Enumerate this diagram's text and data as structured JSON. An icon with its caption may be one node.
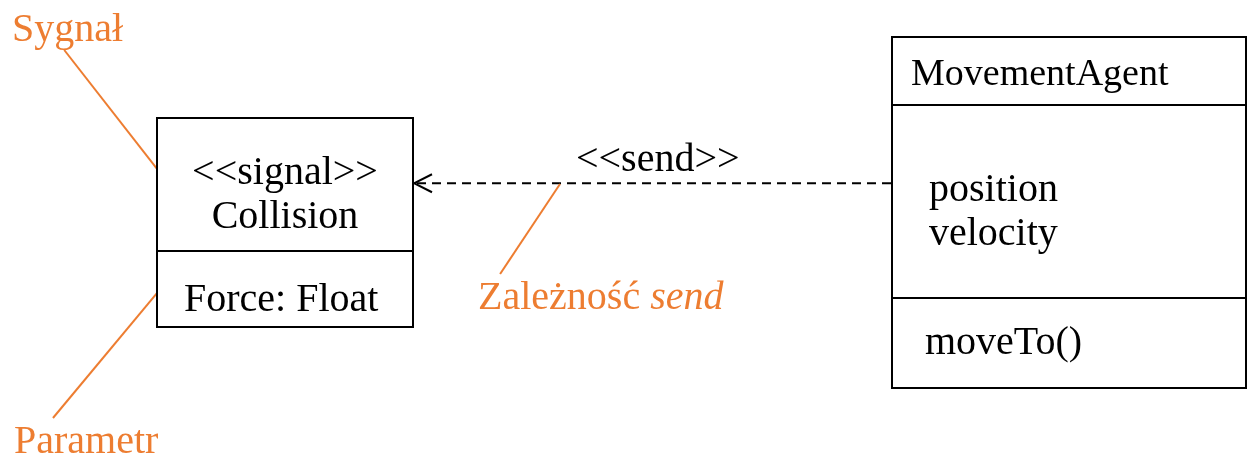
{
  "diagram": {
    "nodes": [
      {
        "text": [
          "Sygnał"
        ]
      },
      {
        "text": [],
        "shape": "box"
      },
      {
        "text": [
          "<<signal>> Collision"
        ],
        "in": 1
      },
      {
        "text": [
          "Force: Float"
        ],
        "in": 1
      },
      {
        "text": [
          "Zależność *send*"
        ]
      },
      {
        "text": [],
        "shape": "box"
      },
      {
        "text": [
          "MovementAgent"
        ],
        "in": 5
      },
      {
        "text": [
          "position",
          "velocity"
        ],
        "in": 5
      },
      {
        "text": [
          "moveTo()"
        ],
        "in": 5
      },
      {
        "text": [
          "Parametr"
        ]
      }
    ],
    "edges": [
      {
        "from": 5,
        "to": 1,
        "arrow": "to",
        "style": "dashed",
        "color": "#000000",
        "label": "<<send>>"
      },
      {
        "from": 0,
        "to": 2,
        "arrow": "none",
        "color": "#ed7d31"
      },
      {
        "from": 4,
        "to": null,
        "arrow": "none",
        "color": "#ed7d31"
      },
      {
        "from": 9,
        "to": 3,
        "arrow": "none",
        "color": "#ed7d31"
      }
    ]
  }
}
